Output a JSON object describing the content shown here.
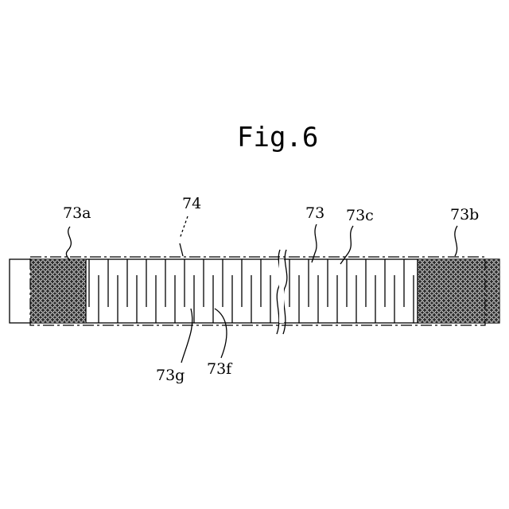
{
  "figure": {
    "title": "Fig.6",
    "labels": {
      "l74": "74",
      "l73": "73",
      "l73a": "73a",
      "l73b": "73b",
      "l73c": "73c",
      "l73f": "73f",
      "l73g": "73g"
    }
  }
}
